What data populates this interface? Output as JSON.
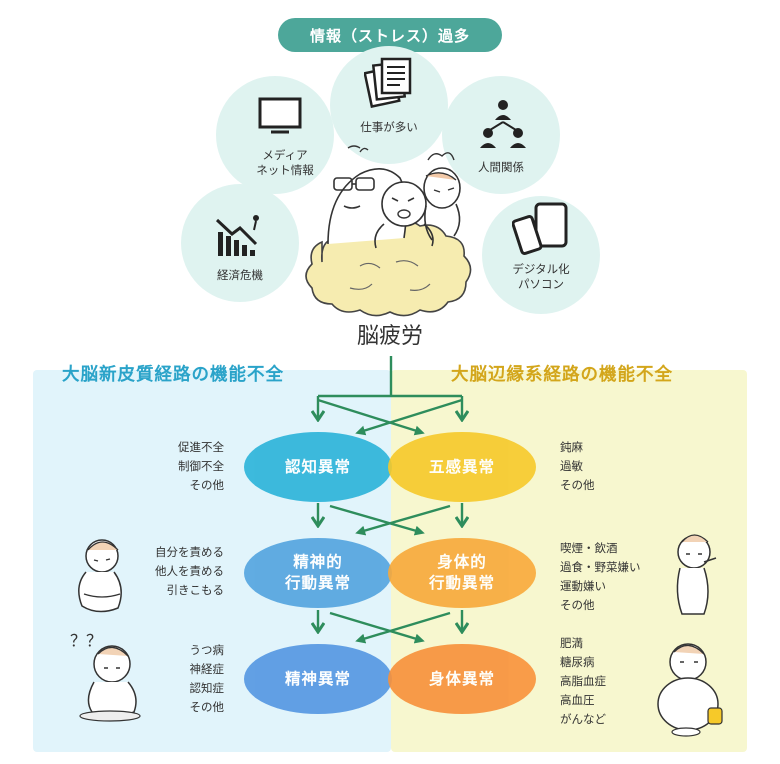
{
  "banner": {
    "text": "情報（ストレス）過多",
    "color": "#4da79a"
  },
  "sources": [
    {
      "label1": "メディア",
      "label2": "ネット情報",
      "icon": "tv-icon"
    },
    {
      "label1": "仕事が多い",
      "label2": "",
      "icon": "documents-icon"
    },
    {
      "label1": "人間関係",
      "label2": "",
      "icon": "people-network-icon"
    },
    {
      "label1": "経済危機",
      "label2": "",
      "icon": "falling-chart-icon"
    },
    {
      "label1": "デジタル化",
      "label2": "パソコン",
      "icon": "devices-icon"
    }
  ],
  "center": {
    "title": "脳疲労"
  },
  "left_panel": {
    "title": "大脳新皮質経路の機能不全",
    "color": "#2aa3c9",
    "bg": "#e1f4fb"
  },
  "right_panel": {
    "title": "大脳辺縁系経路の機能不全",
    "color": "#d3a61b",
    "bg": "#f7f7cf"
  },
  "rows": [
    {
      "left_label": [
        "認知異常"
      ],
      "right_label": [
        "五感異常"
      ],
      "left_color": "#34b6db",
      "right_color": "#f6c929",
      "left_notes": [
        "促進不全",
        "制御不全",
        "その他"
      ],
      "right_notes": [
        "鈍麻",
        "過敏",
        "その他"
      ]
    },
    {
      "left_label": [
        "精神的",
        "行動異常"
      ],
      "right_label": [
        "身体的",
        "行動異常"
      ],
      "left_color": "#5aa8e0",
      "right_color": "#f8a93a",
      "left_notes": [
        "自分を責める",
        "他人を責める",
        "引きこもる"
      ],
      "right_notes": [
        "喫煙・飲酒",
        "過食・野菜嫌い",
        "運動嫌い",
        "その他"
      ]
    },
    {
      "left_label": [
        "精神異常"
      ],
      "right_label": [
        "身体異常"
      ],
      "left_color": "#5b9be3",
      "right_color": "#f8913a",
      "left_notes": [
        "うつ病",
        "神経症",
        "認知症",
        "その他"
      ],
      "right_notes": [
        "肥満",
        "糖尿病",
        "高脂血症",
        "高血圧",
        "がんなど"
      ]
    }
  ],
  "arrow_color": "#2e8d5c",
  "question_marks": "？？"
}
